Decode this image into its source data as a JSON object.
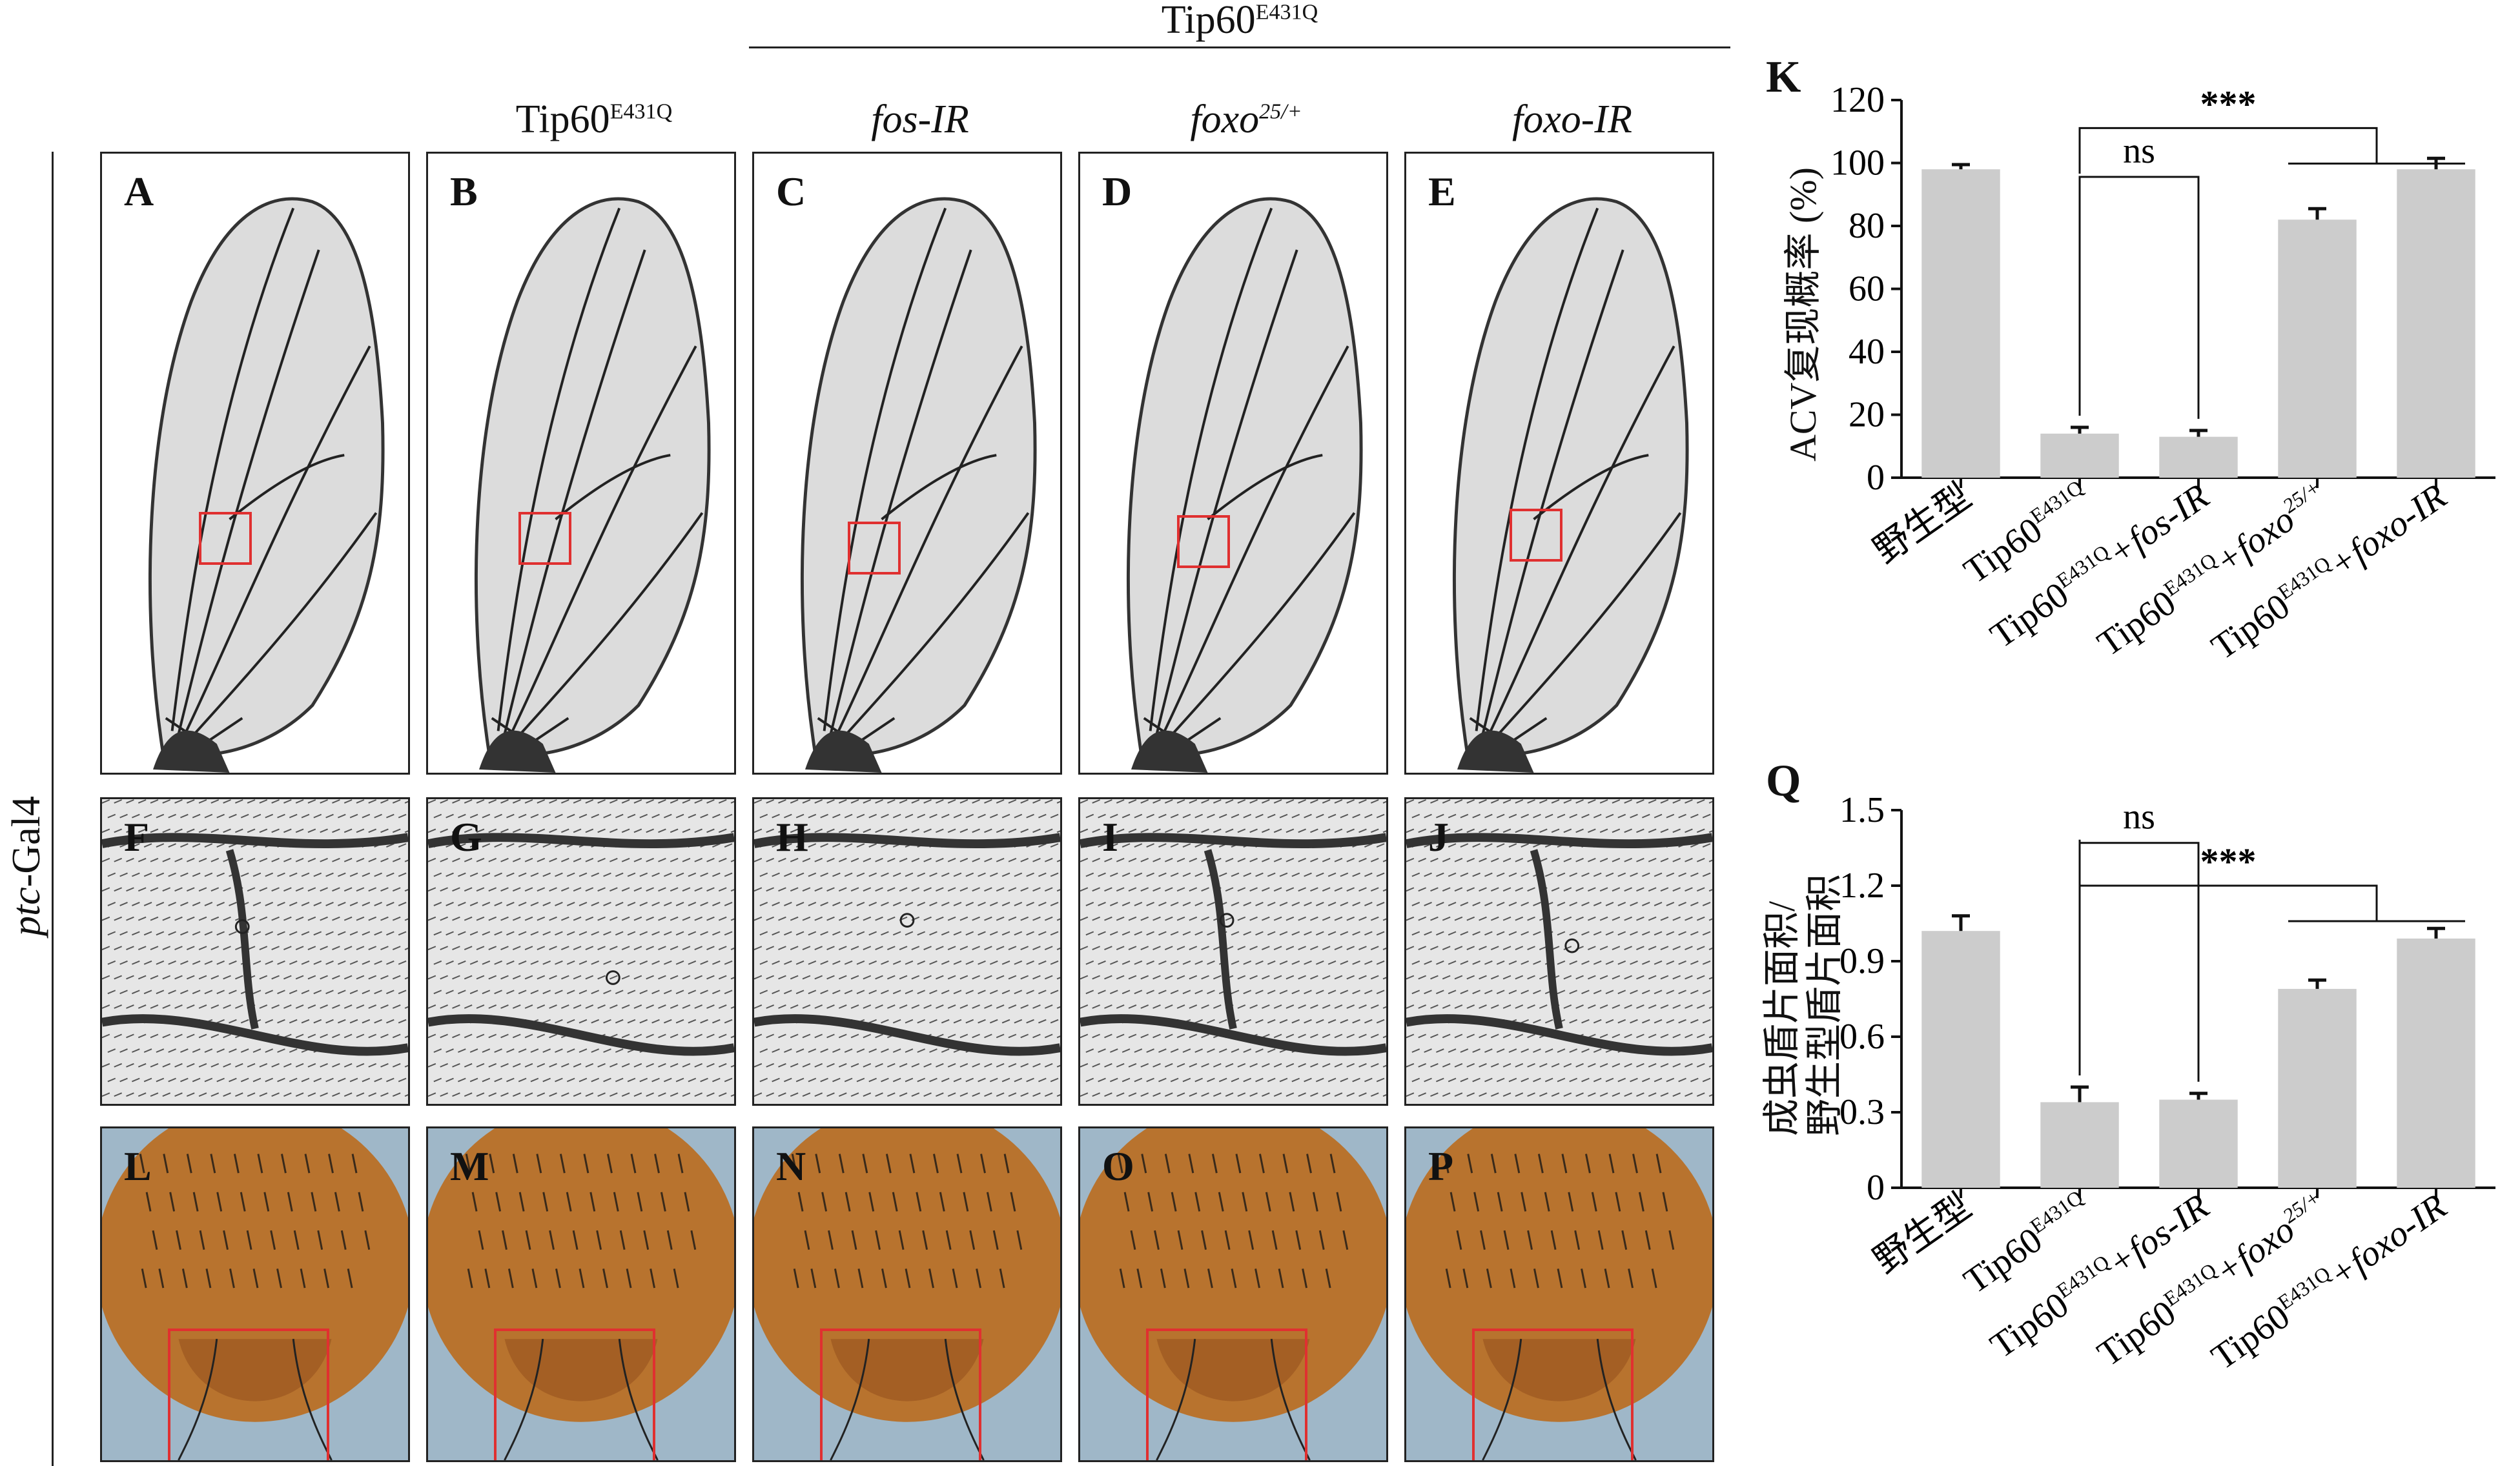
{
  "figure": {
    "top_group_label": "Tip60",
    "top_group_sup": "E431Q",
    "side_label_italic": "ptc",
    "side_label_rest": "-Gal4",
    "column_headers": [
      {
        "text": "Tip60",
        "sup": "E431Q",
        "italic": false
      },
      {
        "text": "fos-IR",
        "sup": "",
        "italic": true
      },
      {
        "text": "foxo",
        "sup": "25/+",
        "italic": true
      },
      {
        "text": "foxo-IR",
        "sup": "",
        "italic": true
      }
    ],
    "wing_panels": [
      "A",
      "B",
      "C",
      "D",
      "E"
    ],
    "vein_panels": [
      "F",
      "G",
      "H",
      "I",
      "J"
    ],
    "thorax_panels": [
      "L",
      "M",
      "N",
      "O",
      "P"
    ],
    "colors": {
      "bar": "#cccccc",
      "box": "#e03030",
      "thorax": "#b8732e",
      "thorax_bg": "#9fb7c8"
    }
  },
  "chart_data": [
    {
      "panel": "K",
      "type": "bar",
      "categories": [
        {
          "main": "野生型",
          "sup": "",
          "tail": ""
        },
        {
          "main": "Tip60",
          "sup": "E431Q",
          "tail": ""
        },
        {
          "main": "Tip60",
          "sup": "E431Q",
          "tail": "+fos-IR"
        },
        {
          "main": "Tip60",
          "sup": "E431Q",
          "tail": "+foxo",
          "tail_sup": "25/+"
        },
        {
          "main": "Tip60",
          "sup": "E431Q",
          "tail": "+foxo-IR"
        }
      ],
      "values": [
        98,
        14,
        13,
        82,
        98
      ],
      "errors": [
        1.5,
        2,
        2,
        3.5,
        3.5
      ],
      "ylabel": "ACV复现概率 (%)",
      "ylim": [
        0,
        120
      ],
      "yticks": [
        "0",
        "20",
        "40",
        "60",
        "80",
        "100",
        "120"
      ],
      "yvals": [
        0,
        20,
        40,
        60,
        80,
        100,
        120
      ],
      "sig": [
        {
          "label": "ns"
        },
        {
          "label": "***"
        }
      ]
    },
    {
      "panel": "Q",
      "type": "bar",
      "categories": [
        {
          "main": "野生型",
          "sup": "",
          "tail": ""
        },
        {
          "main": "Tip60",
          "sup": "E431Q",
          "tail": ""
        },
        {
          "main": "Tip60",
          "sup": "E431Q",
          "tail": "+fos-IR"
        },
        {
          "main": "Tip60",
          "sup": "E431Q",
          "tail": "+foxo",
          "tail_sup": "25/+"
        },
        {
          "main": "Tip60",
          "sup": "E431Q",
          "tail": "+foxo-IR"
        }
      ],
      "values": [
        1.02,
        0.34,
        0.35,
        0.79,
        0.99
      ],
      "errors": [
        0.06,
        0.06,
        0.025,
        0.035,
        0.04
      ],
      "ylabel_line1": "成虫盾片面积/",
      "ylabel_line2": "野生型盾片面积",
      "ylim": [
        0,
        1.5
      ],
      "yticks": [
        "0",
        "0.3",
        "0.6",
        "0.9",
        "1.2",
        "1.5"
      ],
      "yvals": [
        0,
        0.3,
        0.6,
        0.9,
        1.2,
        1.5
      ],
      "sig": [
        {
          "label": "ns"
        },
        {
          "label": "***"
        }
      ]
    }
  ]
}
